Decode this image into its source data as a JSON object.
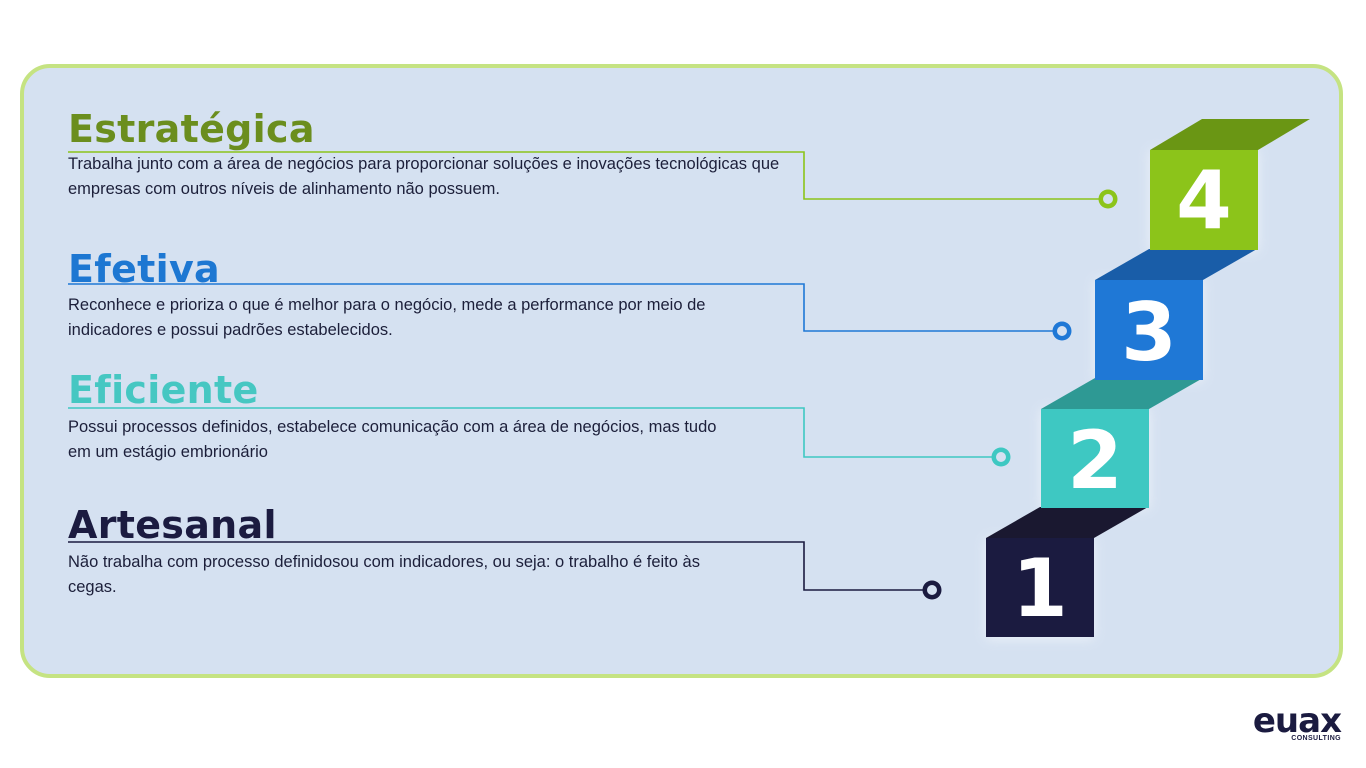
{
  "levels": [
    {
      "number": "4",
      "title": "Estratégica",
      "description": "Trabalha junto com a área de negócios para proporcionar soluções e inovações tecnológicas que empresas com outros níveis de alinhamento não possuem.",
      "color": "#8cc41a"
    },
    {
      "number": "3",
      "title": "Efetiva",
      "description": "Reconhece e prioriza o que é melhor para o negócio, mede a performance por meio de indicadores e possui padrões estabelecidos.",
      "color": "#1f78d6"
    },
    {
      "number": "2",
      "title": "Eficiente",
      "description": "Possui processos definidos, estabelece comunicação com a área de negócios, mas tudo em um estágio embrionário",
      "color": "#3ec8c2"
    },
    {
      "number": "1",
      "title": "Artesanal",
      "description": "Não trabalha com processo definidosou com indicadores, ou seja: o trabalho é feito às cegas.",
      "color": "#1b1b40"
    }
  ],
  "logo": {
    "word": "euax",
    "sub": "CONSULTING"
  },
  "colors": {
    "background": "#d5e1f1",
    "border": "#c5e382"
  }
}
